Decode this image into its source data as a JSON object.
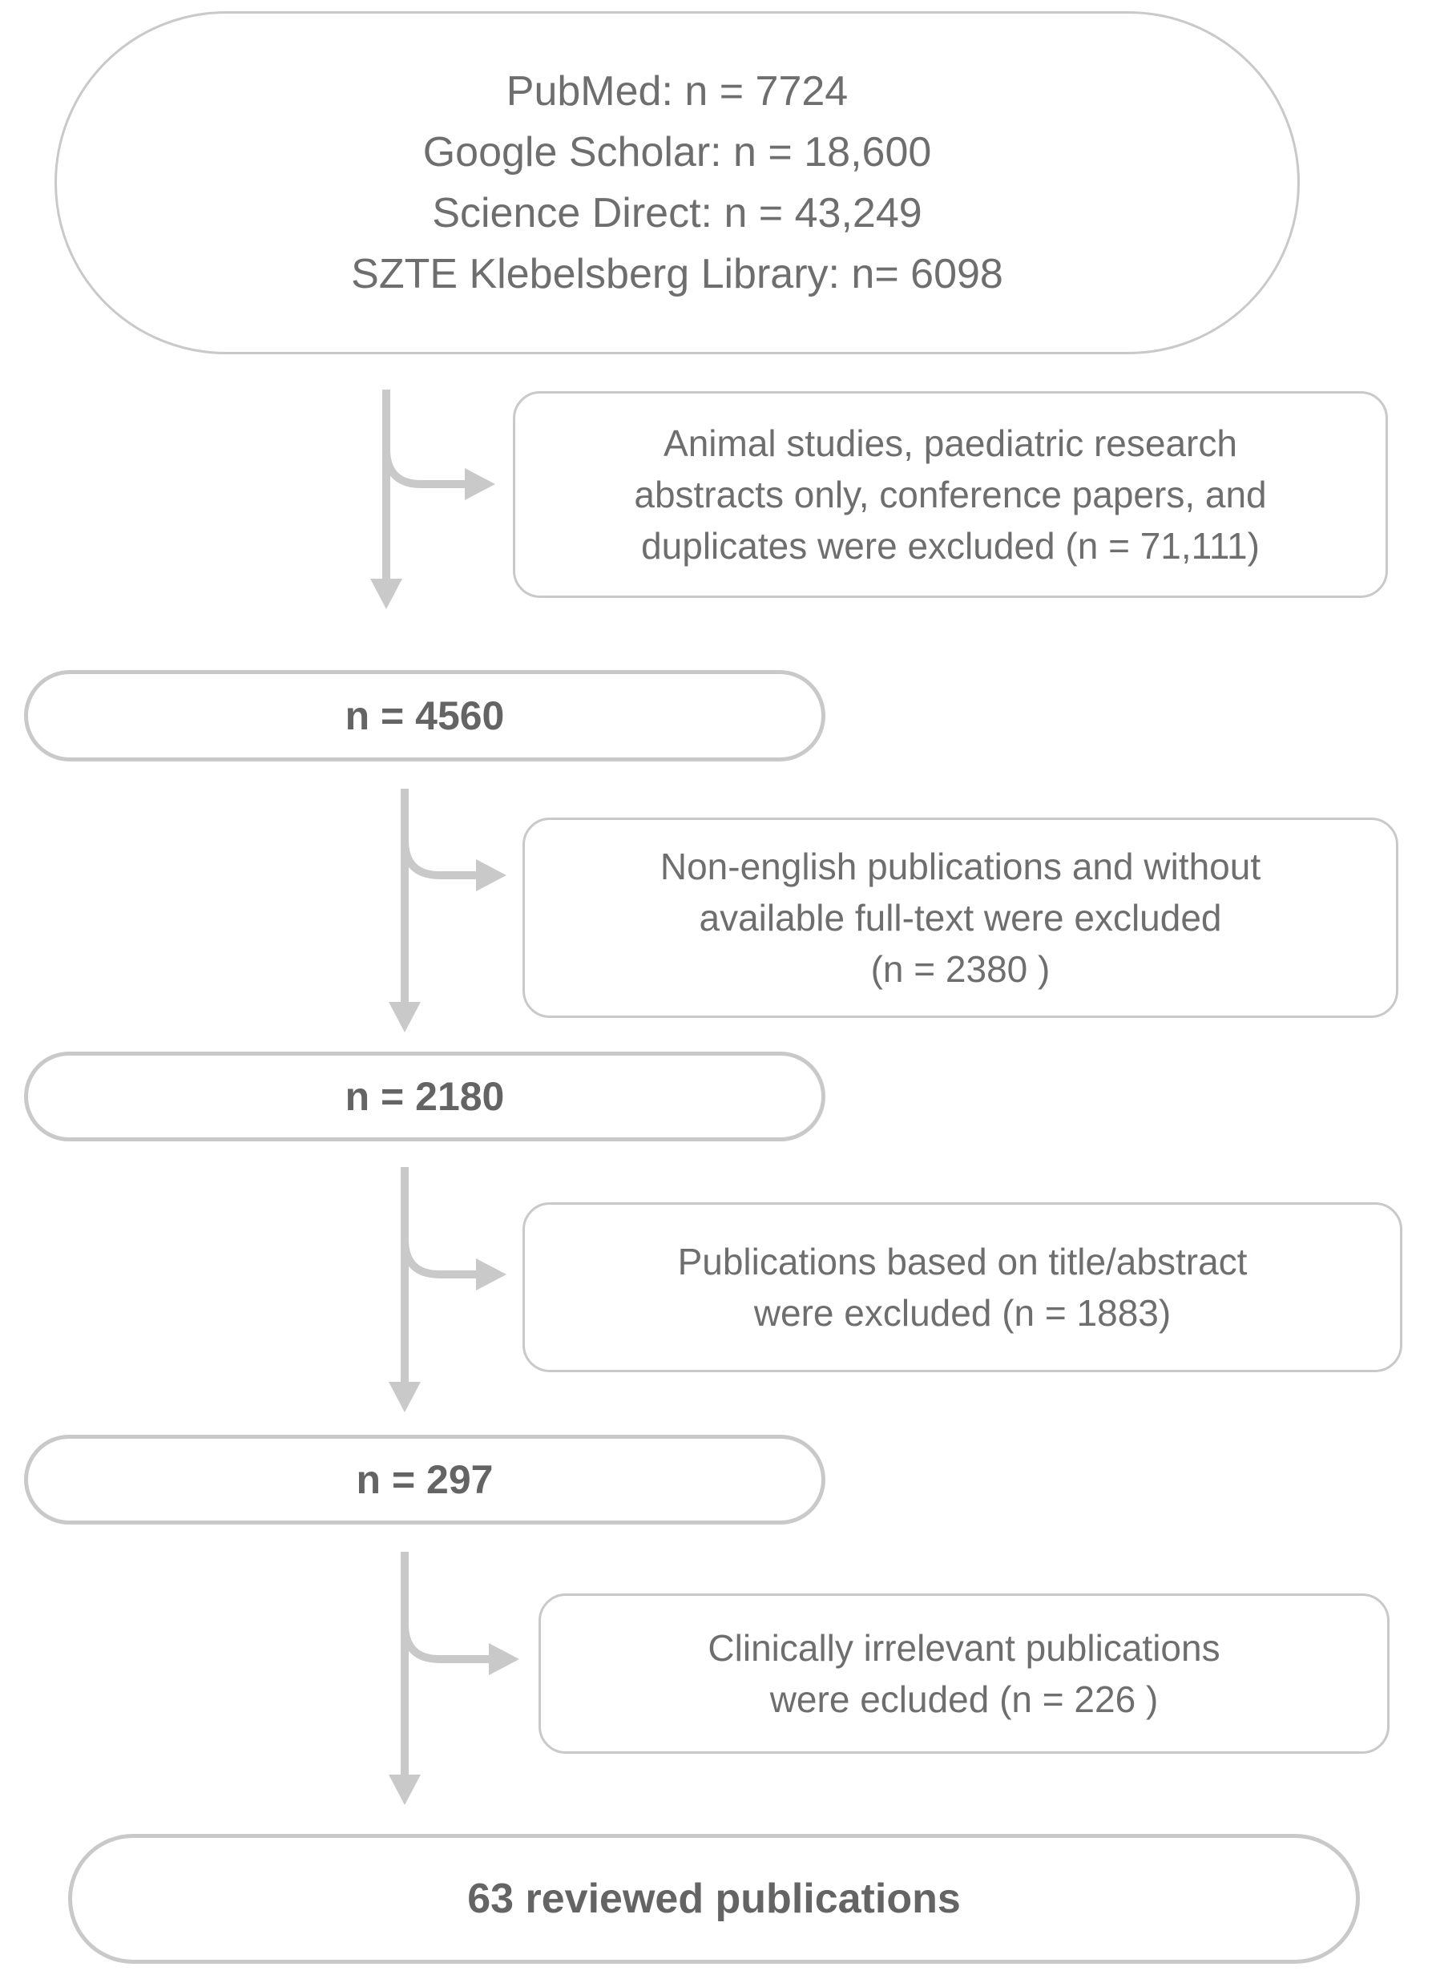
{
  "colors": {
    "border": "#c9c9c9",
    "arrow": "#c9c9c9",
    "text": "#6e6e6e",
    "bold_text": "#646464"
  },
  "sources": {
    "lines": [
      "PubMed: n = 7724",
      "Google Scholar: n = 18,600",
      "Science Direct: n = 43,249",
      "SZTE Klebelsberg Library: n= 6098"
    ]
  },
  "steps": [
    {
      "exclusion_lines": [
        "Animal studies, paediatric research",
        "abstracts only, conference papers, and",
        "duplicates were excluded (n = 71,111)"
      ],
      "result": "n = 4560"
    },
    {
      "exclusion_lines": [
        "Non-english publications and without",
        "available full-text were excluded",
        "(n = 2380 )"
      ],
      "result": "n = 2180"
    },
    {
      "exclusion_lines": [
        "Publications based on title/abstract",
        "were excluded (n = 1883)"
      ],
      "result": "n = 297"
    },
    {
      "exclusion_lines": [
        "Clinically irrelevant publications",
        "were ecluded (n = 226 )"
      ],
      "result": "63 reviewed publications"
    }
  ]
}
